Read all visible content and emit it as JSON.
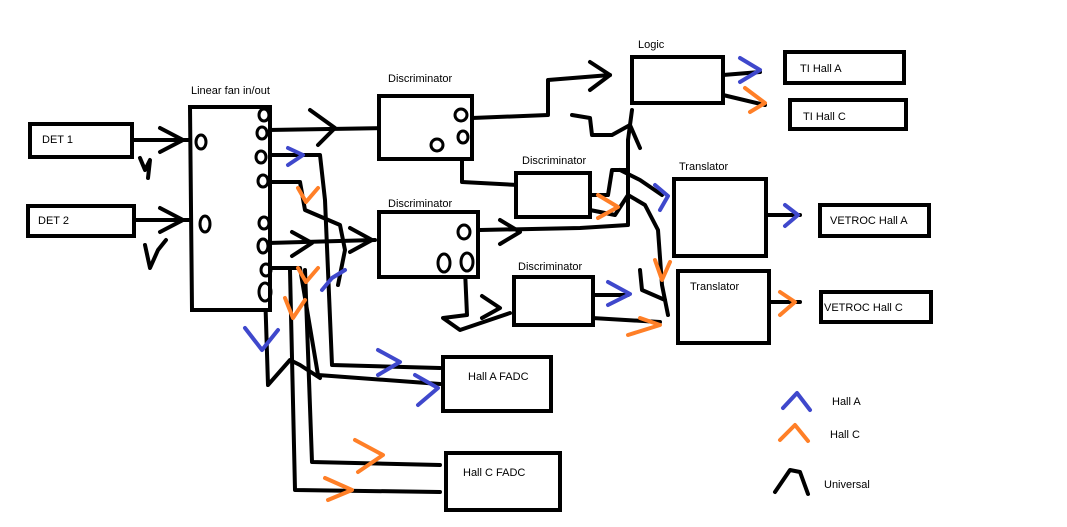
{
  "colors": {
    "hall_a": "#3f48cc",
    "hall_c": "#ff7f27",
    "universal": "#000000"
  },
  "blocks": {
    "det1": "DET 1",
    "det2": "DET 2",
    "fan": "Linear fan in/out",
    "disc_top": "Discriminator",
    "disc_mid": "Discriminator",
    "disc_second": "Discriminator",
    "disc_low": "Discriminator",
    "logic": "Logic",
    "ti_a": "TI     Hall A",
    "ti_c": "TI   Hall C",
    "translator_top": "Translator",
    "translator_low": "Translator",
    "vetroc_a": "VETROC   Hall A",
    "vetroc_c": "VETROC   Hall C",
    "fadc_a": "Hall A FADC",
    "fadc_c": "Hall C FADC"
  },
  "legend": {
    "hall_a": "Hall A",
    "hall_c": "Hall C",
    "universal": "Universal"
  }
}
